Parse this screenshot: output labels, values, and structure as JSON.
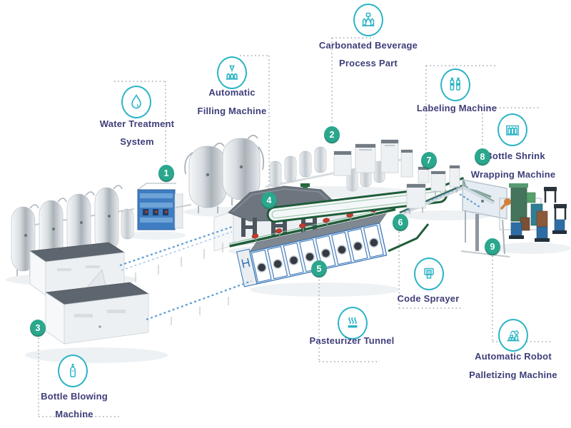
{
  "stations": [
    {
      "number": "1",
      "name": "Water Treatment System",
      "label_lines": [
        "Water Treatment",
        "System"
      ],
      "icon": "water-drop-icon"
    },
    {
      "number": "2",
      "name": "Carbonated Beverage Process Part",
      "label_lines": [
        "Carbonated Beverage",
        "Process Part"
      ],
      "icon": "mixer-bottles-icon"
    },
    {
      "number": "3",
      "name": "Bottle Blowing Machine",
      "label_lines": [
        "Bottle Blowing",
        "Machine"
      ],
      "icon": "bottle-icon"
    },
    {
      "number": "4",
      "name": "Automatic Filling Machine",
      "label_lines": [
        "Automatic",
        "Filling Machine"
      ],
      "icon": "filling-nozzle-icon"
    },
    {
      "number": "5",
      "name": "Pasteurizer Tunnel",
      "label_lines": [
        "Pasteurizer Tunnel"
      ],
      "icon": "steam-tray-icon"
    },
    {
      "number": "6",
      "name": "Code Sprayer",
      "label_lines": [
        "Code Sprayer"
      ],
      "icon": "code-printer-icon"
    },
    {
      "number": "7",
      "name": "Labeling Machine",
      "label_lines": [
        "Labeling Machine"
      ],
      "icon": "labeled-bottles-icon"
    },
    {
      "number": "8",
      "name": "Bottle Shrink Wrapping Machine",
      "label_lines": [
        "Bottle Shrink",
        "Wrapping Machine"
      ],
      "icon": "wrapped-bottles-icon"
    },
    {
      "number": "9",
      "name": "Automatic Robot Palletizing Machine",
      "label_lines": [
        "Automatic Robot",
        "Palletizing Machine"
      ],
      "icon": "robot-arm-icon"
    }
  ],
  "colors": {
    "badge": "#2AA78D",
    "icon_stroke": "#2BB4C6",
    "label_text": "#3E3E7A",
    "dotted": "#9AA4AC",
    "green": "#1E5C39",
    "blue": "#2E6FB6",
    "dotblue": "#5B9BD5"
  }
}
